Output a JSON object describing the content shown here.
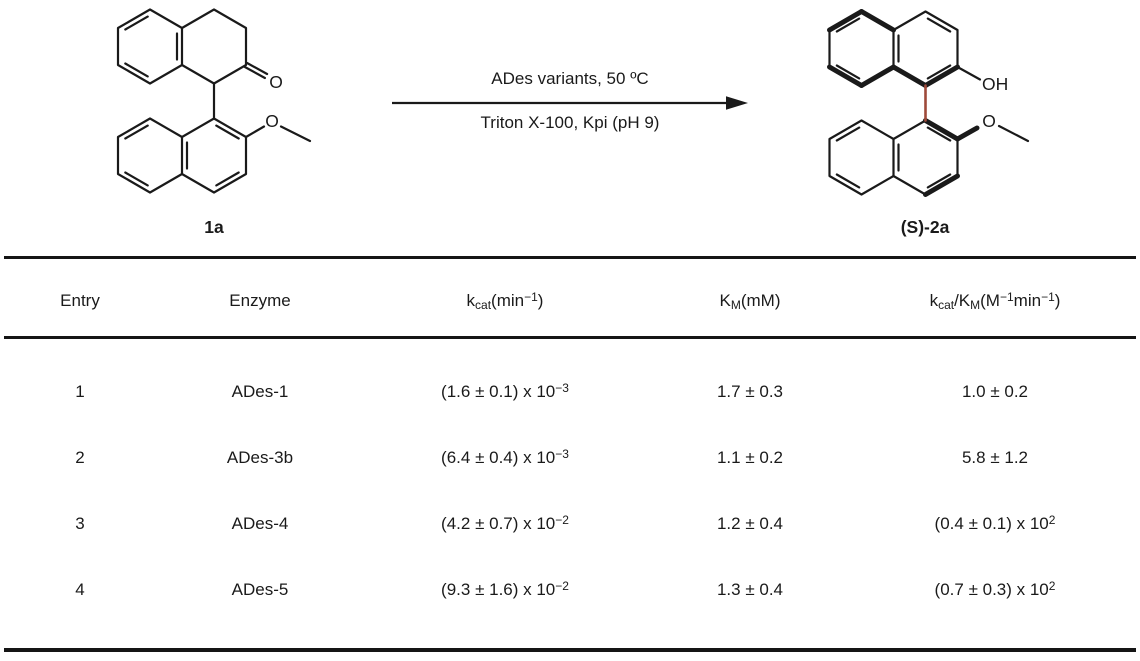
{
  "scheme": {
    "substrate_label": "1a",
    "product_label": "(S)-2a",
    "conditions_top": "ADes variants, 50 ºC",
    "conditions_bottom": "Triton X-100, Kpi (pH 9)",
    "atoms": {
      "ketone_o": "O",
      "substrate_methoxy_o": "O",
      "product_oh": "OH",
      "product_methoxy_o": "O"
    },
    "colors": {
      "bond": "#1a1a1a",
      "chiral_axis_bond": "#9e4a3a"
    }
  },
  "table": {
    "headers": {
      "entry": "Entry",
      "enzyme": "Enzyme",
      "kcat": {
        "base": "k",
        "sub": "cat",
        "mid": " (min",
        "sup": "−1",
        "end": ")"
      },
      "km": {
        "base": "K",
        "sub": "M",
        "mid": " (mM)"
      },
      "ratio": {
        "base1": "k",
        "sub1": "cat",
        "mid1": "/K",
        "sub2": "M",
        "mid2": " (M",
        "sup1": "−1",
        "mid3": "min",
        "sup2": "−1",
        "end": ")"
      }
    },
    "rows": [
      {
        "entry": "1",
        "enzyme": "ADes-1",
        "kcat": {
          "base": "(1.6 ± 0.1) x 10",
          "sup": "−3"
        },
        "km": "1.7 ± 0.3",
        "ratio": {
          "base": "1.0 ± 0.2",
          "sup": ""
        }
      },
      {
        "entry": "2",
        "enzyme": "ADes-3b",
        "kcat": {
          "base": "(6.4 ± 0.4) x 10",
          "sup": "−3"
        },
        "km": "1.1 ± 0.2",
        "ratio": {
          "base": "5.8 ± 1.2",
          "sup": ""
        }
      },
      {
        "entry": "3",
        "enzyme": "ADes-4",
        "kcat": {
          "base": "(4.2 ± 0.7) x 10",
          "sup": "−2"
        },
        "km": "1.2 ± 0.4",
        "ratio": {
          "base": "(0.4 ± 0.1) x 10",
          "sup": "2"
        }
      },
      {
        "entry": "4",
        "enzyme": "ADes-5",
        "kcat": {
          "base": "(9.3 ± 1.6) x 10",
          "sup": "−2"
        },
        "km": "1.3 ± 0.4",
        "ratio": {
          "base": "(0.7 ± 0.3) x 10",
          "sup": "2"
        }
      }
    ]
  }
}
